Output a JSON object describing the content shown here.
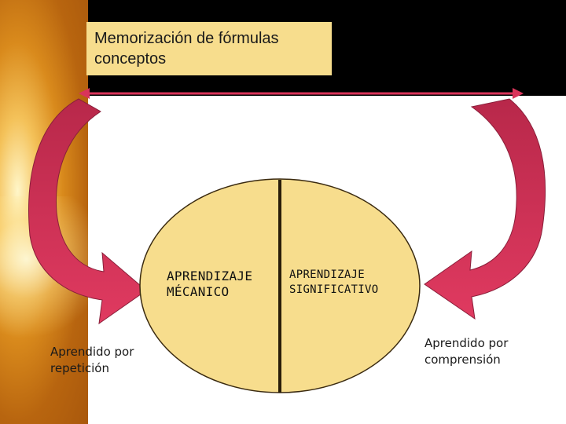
{
  "title_box": {
    "text": "Memorización de fórmulas\nconceptos"
  },
  "center": {
    "left_label": "APRENDIZAJE\nMÉCANICO",
    "right_label": "APRENDIZAJE\nSIGNIFICATIVO"
  },
  "sides": {
    "left_label": "Aprendido por\nrepetición",
    "right_label": "Aprendido por\ncomprensión"
  },
  "colors": {
    "arrow": "#d9345a",
    "arrow_dark": "#b8284a",
    "circle": "#f7dd8d",
    "axis": "#d9345a"
  }
}
